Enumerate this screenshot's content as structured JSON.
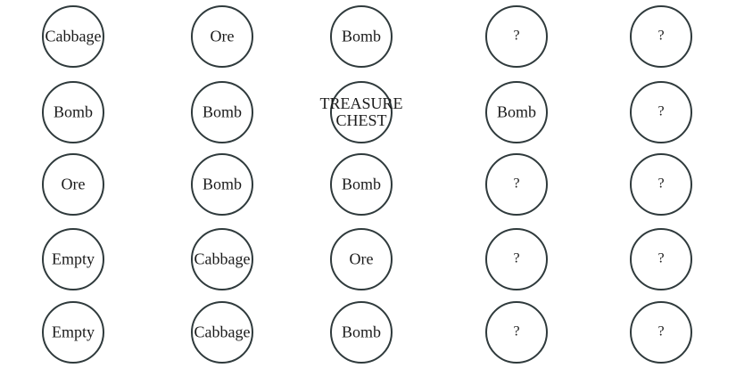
{
  "board": {
    "rows": [
      [
        "Cabbage",
        "Ore",
        "Bomb",
        "?",
        "?"
      ],
      [
        "Bomb",
        "Bomb",
        "TREASURE\nCHEST",
        "Bomb",
        "?"
      ],
      [
        "Ore",
        "Bomb",
        "Bomb",
        "?",
        "?"
      ],
      [
        "Empty",
        "Cabbage",
        "Ore",
        "?",
        "?"
      ],
      [
        "Empty",
        "Cabbage",
        "Bomb",
        "?",
        "?"
      ]
    ]
  },
  "colors": {
    "circle_border": "#2f3a3c",
    "text": "#1a1a1a",
    "background": "#ffffff"
  }
}
